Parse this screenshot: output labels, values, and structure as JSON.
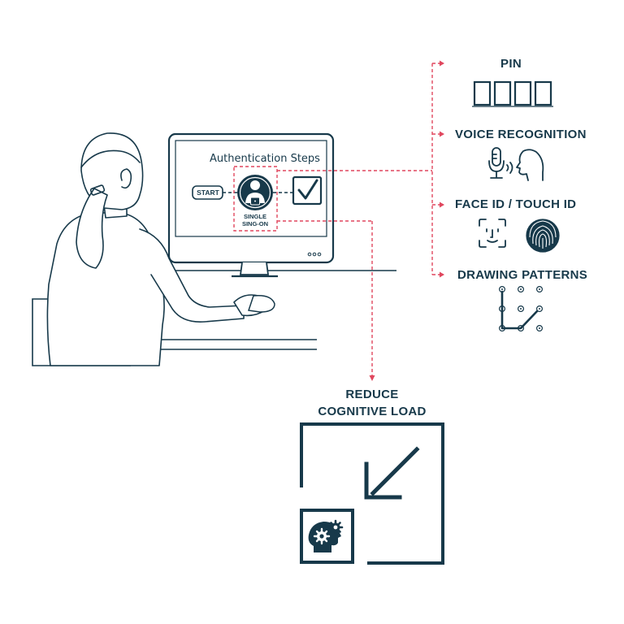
{
  "figure": {
    "screen_title": "Authentication Steps",
    "start_label": "START",
    "sso_label_line1": "SINGLE",
    "sso_label_line2": "SING-ON",
    "methods": [
      {
        "label": "PIN",
        "icon": "pin-boxes-icon"
      },
      {
        "label": "VOICE RECOGNITION",
        "icon": "microphone-speaking-head-icon"
      },
      {
        "label": "FACE ID / TOUCH ID",
        "icon": "face-id-fingerprint-icon"
      },
      {
        "label": "DRAWING PATTERNS",
        "icon": "pattern-grid-icon"
      }
    ],
    "outcome_line1": "REDUCE",
    "outcome_line2": "COGNITIVE LOAD",
    "outcome_icon": "brain-gears-icon"
  },
  "colors": {
    "ink": "#17394a",
    "connector": "#e0475e",
    "background": "#ffffff"
  }
}
